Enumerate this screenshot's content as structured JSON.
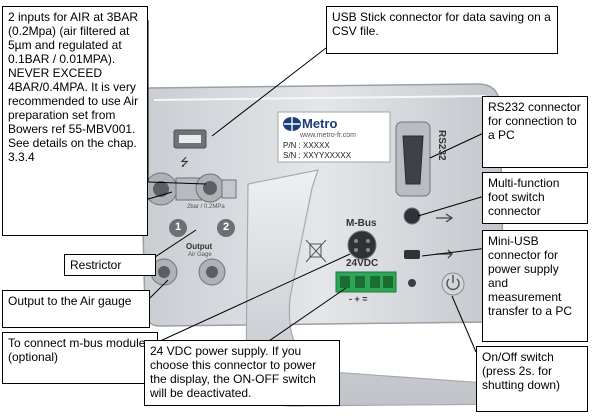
{
  "callouts": {
    "air_inputs": "2 inputs for AIR at 3BAR (0.2Mpa) (air filtered at 5µm and regulated at 0.1BAR / 0.01MPA). NEVER EXCEED 4BAR/0.4MPA. It is very recommended to use Air preparation set from Bowers ref 55-MBV001. See details on the chap. 3.3.4",
    "usb_stick": "USB Stick connector for data saving on a CSV file.",
    "rs232": "RS232 connector for connection to a PC",
    "foot_switch": "Multi-function foot switch connector",
    "mini_usb": "Mini-USB connector for power supply and measurement transfer to a PC",
    "restrictor": "Restrictor",
    "air_gauge_output": "Output to the Air gauge",
    "mbus_modules": "To connect m-bus modules (optional)",
    "power_supply": "24 VDC power supply. If you choose this connector to power the display, the ON-OFF switch will be deactivated.",
    "onoff_switch": "On/Off switch (press 2s. for shutting down)"
  },
  "device": {
    "brand": "Metro",
    "website": "www.metro-fr.com",
    "pn": "P/N : XXXXX",
    "sn": "S/N : XXYYXXXXX",
    "rs232_label": "RS232",
    "mbus_label": "M-Bus",
    "vdc_label": "24VDC",
    "pressure_label": "2bar / 0.2MPa",
    "input_1": "1",
    "input_2": "2",
    "output_label": "Output",
    "air_gauge_label": "Air Gage",
    "polarity": "- + ="
  }
}
